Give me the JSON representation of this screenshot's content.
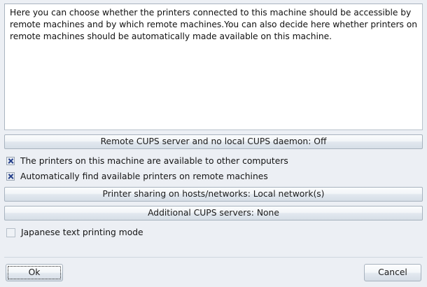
{
  "dialog": {
    "description": "Here you can choose whether the printers connected to this machine should be accessible by remote machines and by which remote machines.You can also decide here whether printers on remote machines should be automatically made available on this machine.",
    "remote_cups_button": "Remote CUPS server and no local CUPS daemon: Off",
    "checkbox_available_to_others": "The printers on this machine are available to other computers",
    "checkbox_auto_find_remote": "Automatically find available printers on remote machines",
    "printer_sharing_button": "Printer sharing on hosts/networks: Local network(s)",
    "additional_cups_button": "Additional CUPS servers: None",
    "checkbox_japanese_mode": "Japanese text printing mode",
    "ok_label": "Ok",
    "cancel_label": "Cancel",
    "checkbox_state_available_to_others": "checked",
    "checkbox_state_auto_find_remote": "checked",
    "checkbox_state_japanese_mode": "unchecked",
    "colors": {
      "background": "#eceff4",
      "textarea_background": "#ffffff",
      "check_mark": "#26408b",
      "border": "#a8b3bf",
      "separator": "#cfd6de"
    }
  }
}
